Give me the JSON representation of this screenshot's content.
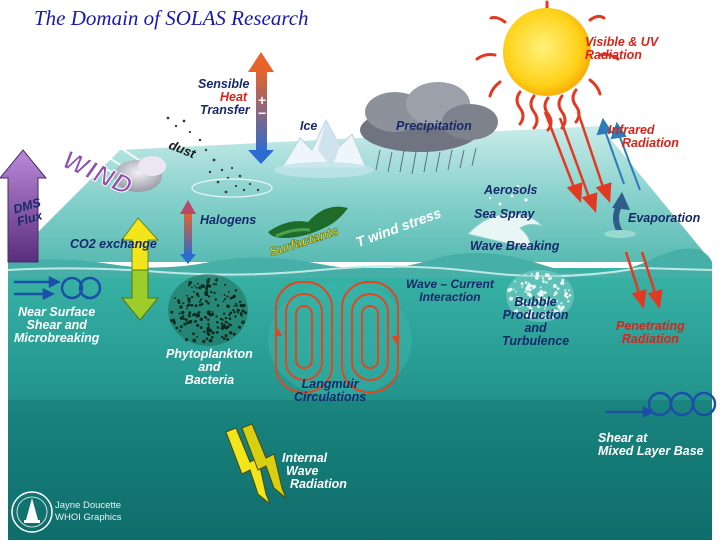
{
  "title": "The Domain of SOLAS Research",
  "labels": {
    "sun": [
      "Visible & UV",
      "Radiation"
    ],
    "sensible": [
      "Sensible",
      "Heat",
      "Transfer"
    ],
    "sensible_signs": [
      "+",
      "−"
    ],
    "ice": "Ice",
    "precip": "Precipitation",
    "infrared": [
      "Infrared",
      "Radiation"
    ],
    "dust": "dust",
    "wind": "WIND",
    "dms": [
      "DMS",
      "Flux"
    ],
    "aerosols": "Aerosols",
    "sea_spray": "Sea Spray",
    "halogens": "Halogens",
    "surfactants": "Surfactants",
    "wind_stress": "T wind stress",
    "evaporation": "Evaporation",
    "co2": "CO2 exchange",
    "wave_breaking": "Wave Breaking",
    "near_surface": [
      "Near Surface",
      "Shear and",
      "Microbreaking"
    ],
    "wave_current": [
      "Wave – Current",
      "Interaction"
    ],
    "bubble": [
      "Bubble",
      "Production",
      "and",
      "Turbulence"
    ],
    "penetrating": [
      "Penetrating",
      "Radiation"
    ],
    "phyto": [
      "Phytoplankton",
      "and",
      "Bacteria"
    ],
    "langmuir": [
      "Langmuir",
      "Circulations"
    ],
    "shear_mixed": [
      "Shear at",
      "Mixed Layer Base"
    ],
    "internal_wave": [
      "Internal",
      "Wave",
      "Radiation"
    ],
    "credit": [
      "Jayne Doucette",
      "WHOI Graphics"
    ]
  },
  "icons": {
    "sun": "sun-icon",
    "cloud": "cloud-icon",
    "iceberg": "iceberg-icon",
    "algae": "surfactant-slick-icon",
    "logo": "whoi-logo-icon"
  },
  "colors": {
    "title": "#1a1aa8",
    "label_navy": "#17296b",
    "label_red": "#d8241a",
    "ocean_top": "#2fa79d",
    "ocean_deep": "#0d6e6b",
    "sun": "#ffd21a",
    "arrow_red": "#e23a22",
    "arrow_purple": "#8d4fb0",
    "arrow_yellow": "#f2e51c"
  }
}
